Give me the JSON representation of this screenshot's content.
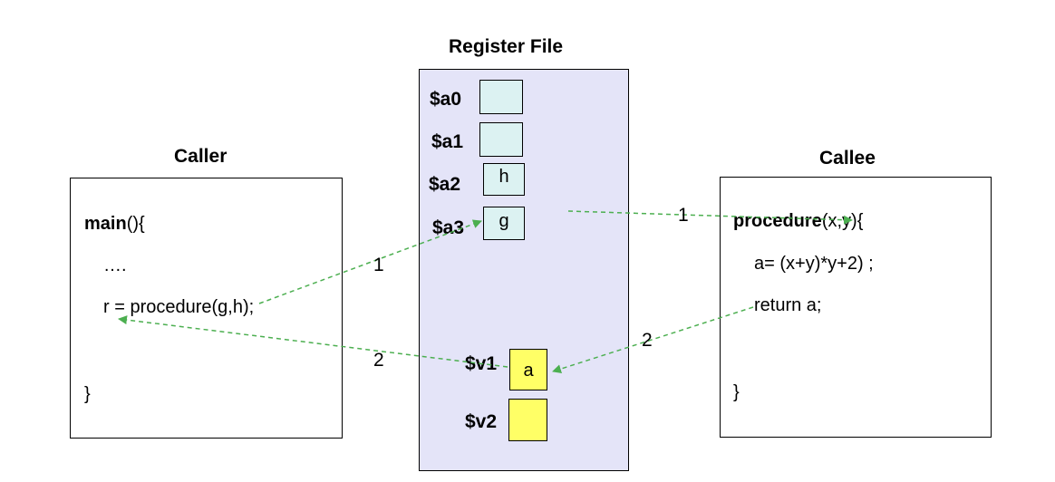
{
  "register_file": {
    "title": "Register File",
    "registers": [
      {
        "label": "$a0",
        "value": ""
      },
      {
        "label": "$a1",
        "value": ""
      },
      {
        "label": "$a2",
        "value": "h"
      },
      {
        "label": "$a3",
        "value": "g"
      },
      {
        "label": "$v1",
        "value": "a"
      },
      {
        "label": "$v2",
        "value": ""
      }
    ]
  },
  "caller": {
    "title": "Caller",
    "lines": {
      "main_name": "main",
      "main_rest": "(){",
      "ellipsis": "….",
      "call": "r = procedure(g,h);",
      "close": "}"
    }
  },
  "callee": {
    "title": "Callee",
    "lines": {
      "proc_name": "procedure",
      "proc_rest": "(x,y){",
      "assign": "a= (x+y)*y+2) ;",
      "ret": "return a;",
      "close": "}"
    }
  },
  "arrow_labels": {
    "args_caller": "1",
    "args_callee": "1",
    "return_callee": "2",
    "return_caller": "2"
  },
  "colors": {
    "arrow": "#4caf50",
    "register_file_bg": "#e4e4f8",
    "arg_register": "#dcf2f2",
    "return_register": "#ffff66"
  }
}
